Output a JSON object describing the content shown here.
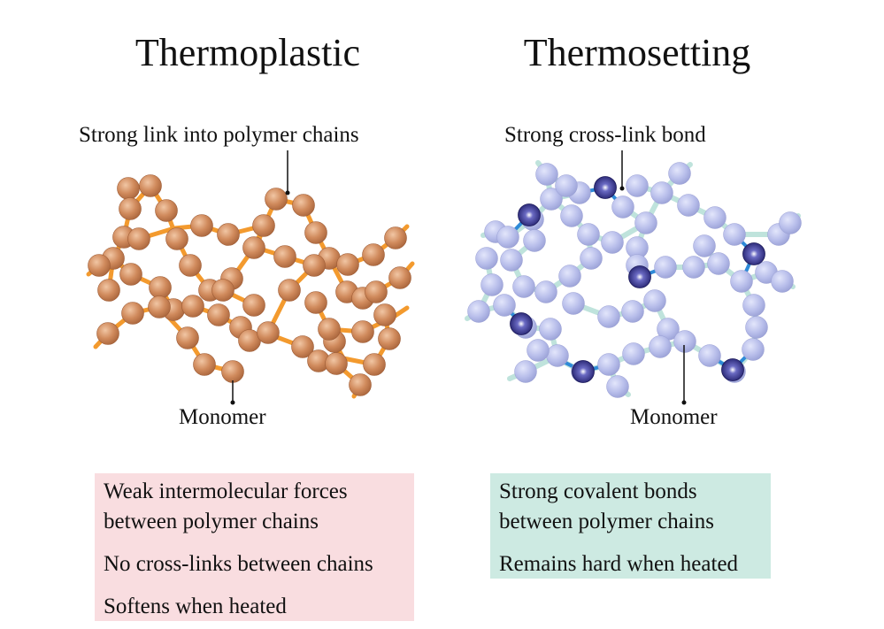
{
  "titles": {
    "thermoplastic": "Thermoplastic",
    "thermosetting": "Thermosetting"
  },
  "labels": {
    "strong_link": "Strong link into polymer chains",
    "cross_link": "Strong cross-link bond",
    "monomer_left": "Monomer",
    "monomer_right": "Monomer"
  },
  "boxes": {
    "thermoplastic": {
      "color": "#f9dde0",
      "lines": [
        "Weak intermolecular forces",
        "between polymer chains",
        "No cross-links between chains",
        "Softens when heated"
      ]
    },
    "thermosetting": {
      "color": "#cdeae2",
      "lines": [
        "Strong covalent bonds",
        "between polymer chains",
        "Remains hard when heated"
      ]
    }
  },
  "colors": {
    "thermoplastic_bond": "#f39a2e",
    "thermoplastic_monomer": "#c87a4e",
    "thermosetting_bond": "#bfe3dc",
    "thermosetting_crosslink": "#2e8ad8",
    "thermosetting_monomer": "#b5bbe8",
    "thermosetting_crosslink_atom": "#2d2c7c"
  }
}
